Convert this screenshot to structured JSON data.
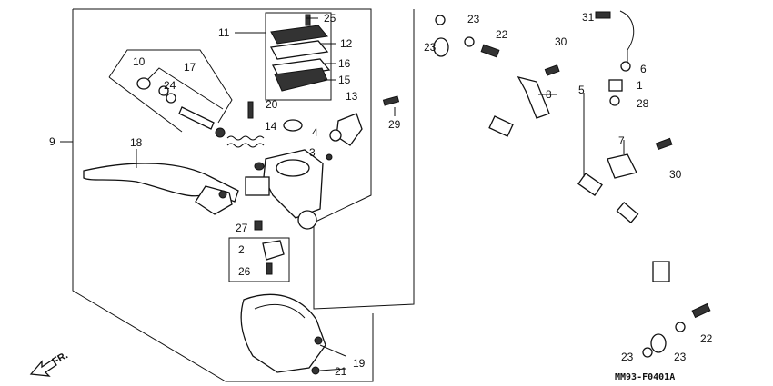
{
  "diagram": {
    "drawing_code": "MM93-F0401A",
    "direction_marker": "FR.",
    "callouts": [
      "1",
      "2",
      "3",
      "4",
      "5",
      "6",
      "7",
      "8",
      "9",
      "10",
      "11",
      "12",
      "13",
      "14",
      "15",
      "16",
      "17",
      "18",
      "19",
      "20",
      "21",
      "22",
      "23",
      "24",
      "25",
      "26",
      "27",
      "28",
      "29",
      "30",
      "31"
    ]
  }
}
